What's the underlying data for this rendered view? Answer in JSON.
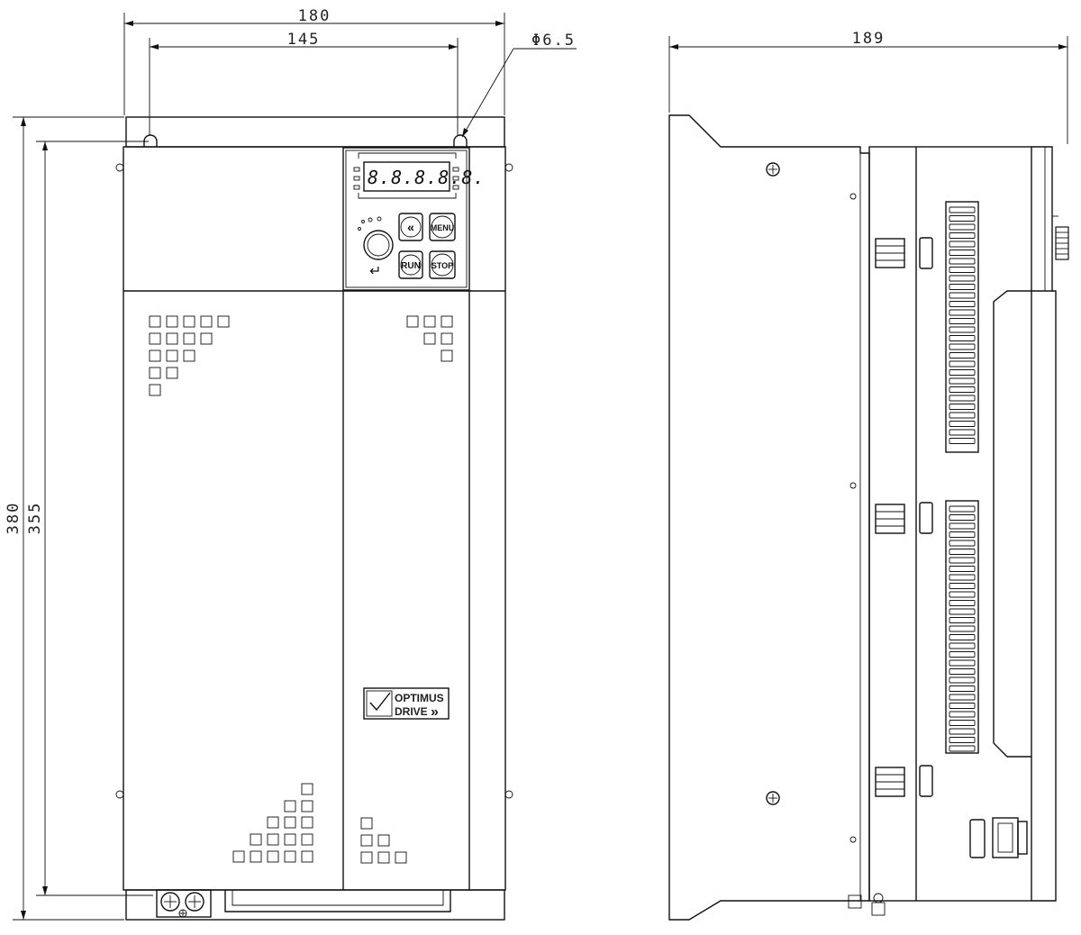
{
  "dimensions": {
    "front_width": "180",
    "mount_width": "145",
    "hole_diameter": "Φ6.5",
    "side_depth": "189",
    "overall_height": "380",
    "mount_height": "355"
  },
  "keypad": {
    "display": "8.8.8.8.8.",
    "keys": {
      "shift": "«",
      "menu": "MENU",
      "run": "RUN",
      "stop": "STOP",
      "enter": "↵"
    }
  },
  "logo": {
    "line1": "OPTIMUS",
    "line2": "DRIVE",
    "arrows": "»"
  }
}
